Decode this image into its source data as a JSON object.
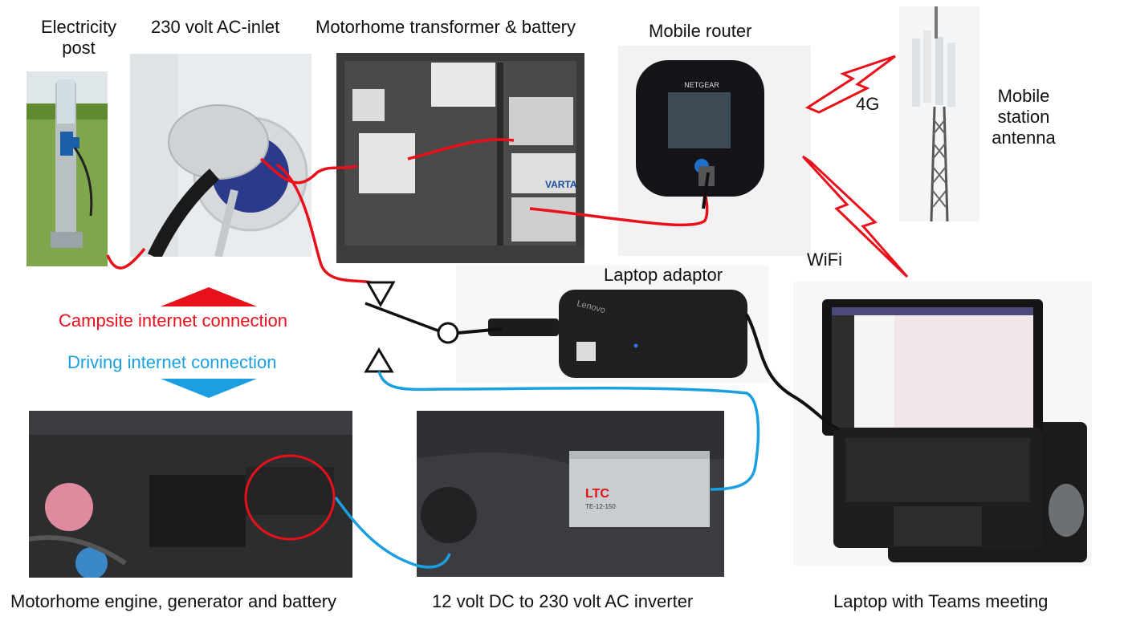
{
  "labels": {
    "electricity_post": [
      "Electricity",
      "post"
    ],
    "ac_inlet": "230 volt AC-inlet",
    "transformer": "Motorhome transformer & battery",
    "router": "Mobile router",
    "router_brand": "NETGEAR",
    "antenna": [
      "Mobile",
      "station",
      "antenna"
    ],
    "signal_4g": "4G",
    "signal_wifi": "WiFi",
    "laptop_adaptor": "Laptop adaptor",
    "adaptor_brand": "Lenovo",
    "engine": "Motorhome engine, generator and battery",
    "inverter": "12 volt DC to 230 volt AC inverter",
    "inverter_brand": "LTC",
    "inverter_model": "TE-12-150",
    "battery_brand": "VARTA",
    "laptop": "Laptop with Teams meeting"
  },
  "connections": {
    "campsite": "Campsite internet connection",
    "driving": "Driving internet connection"
  },
  "colors": {
    "campsite": "#e8101a",
    "driving": "#1a9fe0",
    "wire_red": "#e8101a",
    "wire_blue": "#1aa0e0",
    "wire_black": "#111111"
  }
}
